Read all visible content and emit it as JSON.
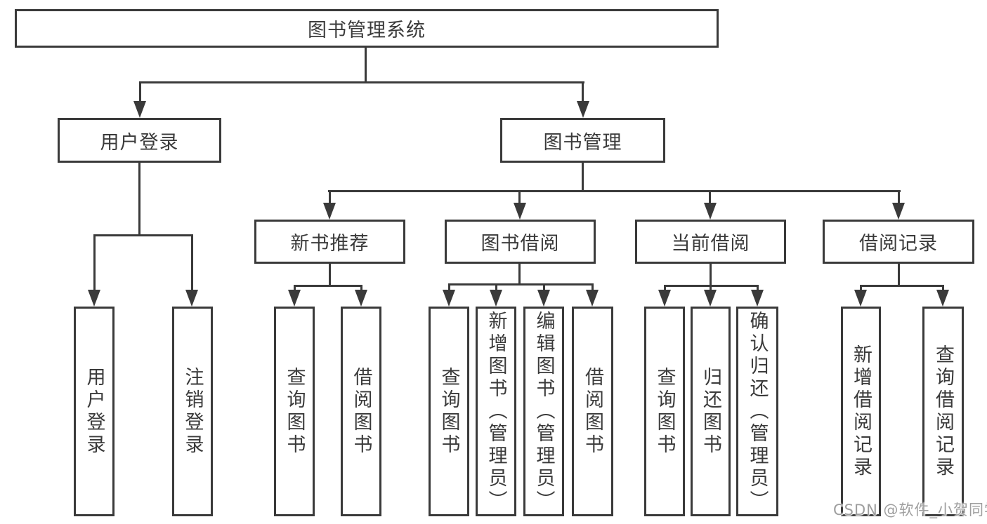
{
  "root": {
    "label": "图书管理系统"
  },
  "level1": [
    {
      "label": "用户登录"
    },
    {
      "label": "图书管理"
    }
  ],
  "level2": [
    {
      "label": "新书推荐"
    },
    {
      "label": "图书借阅"
    },
    {
      "label": "当前借阅"
    },
    {
      "label": "借阅记录"
    }
  ],
  "leaves": {
    "user_login": [
      {
        "label": "用户登录"
      },
      {
        "label": "注销登录"
      }
    ],
    "new_book": [
      {
        "label": "查询图书"
      },
      {
        "label": "借阅图书"
      }
    ],
    "book_borrow": [
      {
        "label": "查询图书"
      },
      {
        "label": "新增图书（管理员）"
      },
      {
        "label": "编辑图书（管理员）"
      },
      {
        "label": "借阅图书"
      }
    ],
    "current_borrow": [
      {
        "label": "查询图书"
      },
      {
        "label": "归还图书"
      },
      {
        "label": "确认归还（管理员）"
      }
    ],
    "borrow_records": [
      {
        "label": "新增借阅记录"
      },
      {
        "label": "查询借阅记录"
      }
    ]
  },
  "watermark": {
    "text": "CSDN @软件_小贺同学"
  },
  "colors": {
    "line": "#3a3a3a",
    "text": "#3a3a3a",
    "background": "#ffffff",
    "watermark": "#9e9e9e"
  }
}
